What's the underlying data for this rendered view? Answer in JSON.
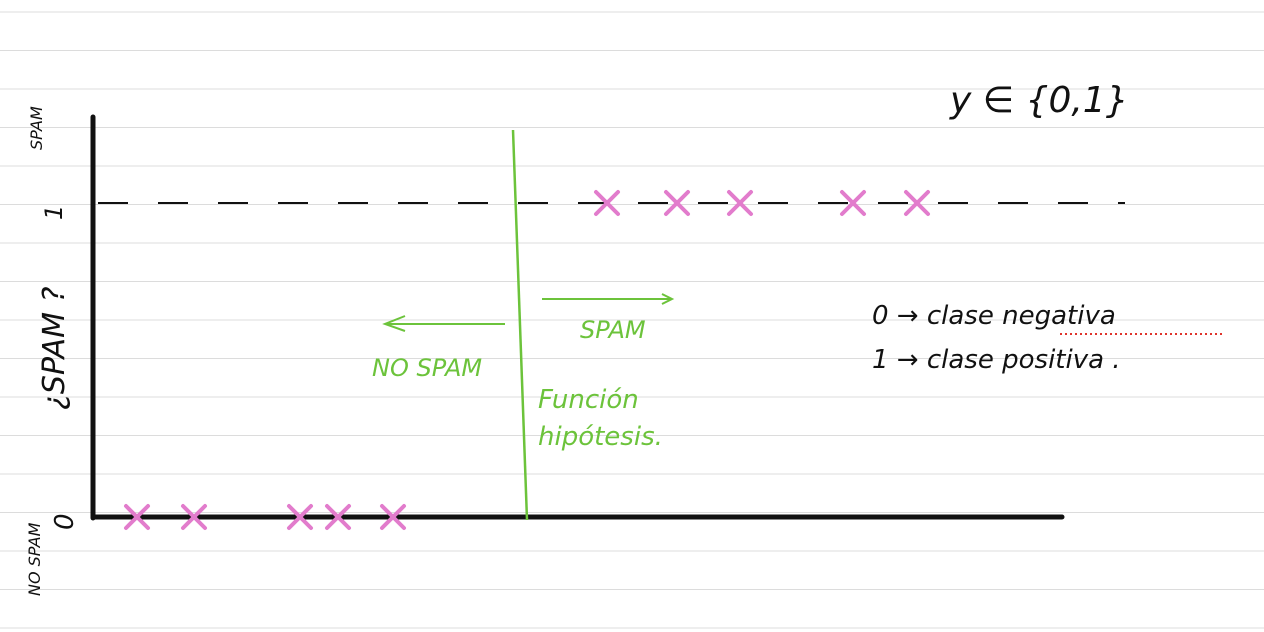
{
  "labels": {
    "y_set": "y ∈ {0,1}",
    "spam_top": "SPAM",
    "one": "1",
    "question": "¿SPAM ?",
    "zero": "0",
    "no_spam_left": "NO SPAM",
    "no_spam_center": "NO SPAM",
    "spam_center": "SPAM",
    "hyp_line1": "Función",
    "hyp_line2": "hipótesis.",
    "legend_line1": "0 → clase negativa",
    "legend_line2": "1 → clase positiva ."
  },
  "chart_data": {
    "type": "scatter",
    "y_values": [
      0,
      1
    ],
    "points_y0_count": 5,
    "points_y1_count": 5,
    "decision_boundary": true,
    "colors": {
      "axes": "#111111",
      "points": "#e27ccc",
      "annotations_green": "#6cc33b",
      "spellcheck": "#e0342c",
      "ruled_lines": "#dcdcdc"
    }
  }
}
